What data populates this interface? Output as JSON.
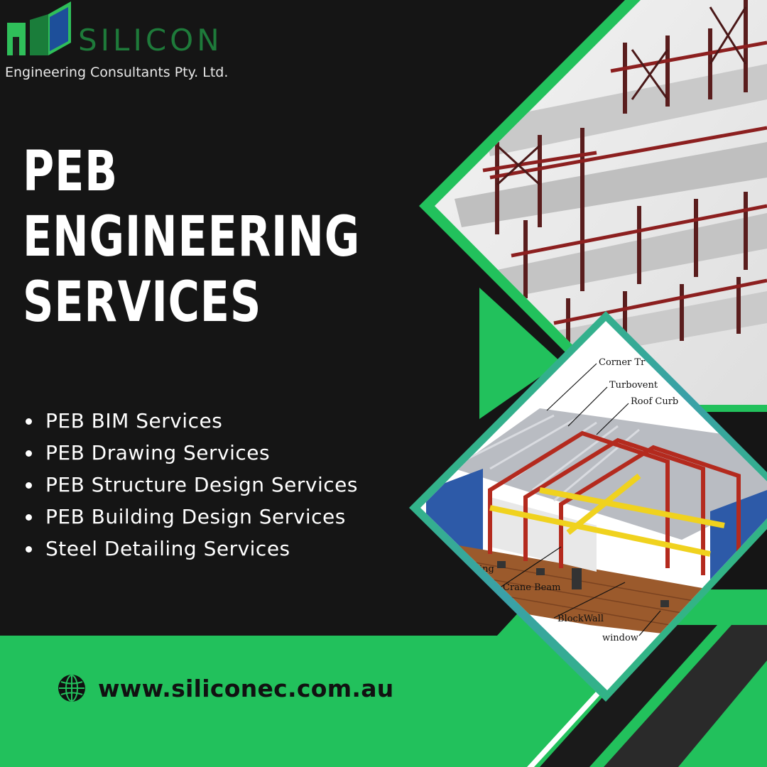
{
  "brand": {
    "name": "SILICON",
    "tagline": "Engineering Consultants Pty. Ltd."
  },
  "headline": {
    "line1": "PEB",
    "line2": "ENGINEERING",
    "line3": "SERVICES"
  },
  "services": [
    "PEB BIM Services",
    "PEB Drawing Services",
    "PEB Structure Design Services",
    "PEB Building Design Services",
    "Steel Detailing Services"
  ],
  "website": {
    "url": "www.siliconec.com.au",
    "icon": "globe-icon"
  },
  "diagram_labels": {
    "corner": "Corner Tr",
    "turbovent": "Turbovent",
    "roof_curb": "Roof Curb",
    "crane_beam": "Crane Beam",
    "blockwall": "BlockWall",
    "window": "window",
    "ing": "ing"
  },
  "colors": {
    "background": "#151515",
    "accent_green": "#23c05b",
    "text": "#ffffff",
    "url_text": "#111111"
  }
}
